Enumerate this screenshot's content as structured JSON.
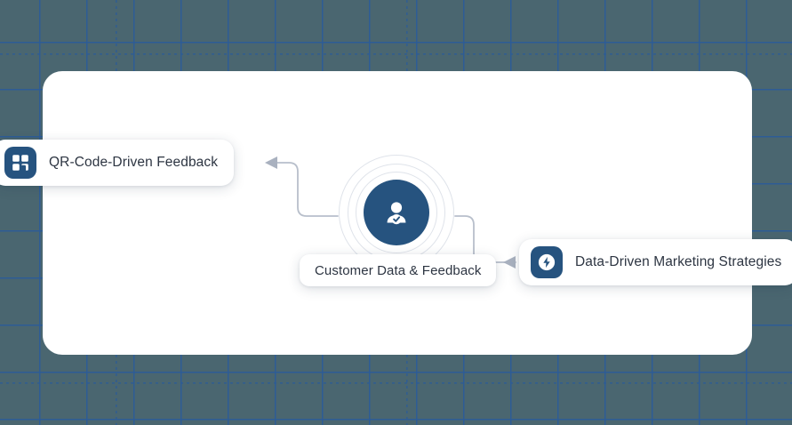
{
  "canvas": {
    "background_color": "#4a6670",
    "grid_line_color": "#2d5c96",
    "panel_color": "#ffffff",
    "brand_color": "#26537f",
    "text_color": "#2d3542",
    "connector_color": "#b8bfcb"
  },
  "diagram": {
    "hub": {
      "icon": "verified-user-icon",
      "ring_count": 3
    },
    "nodes": [
      {
        "id": "qr-code-feedback",
        "label": "QR-Code-Driven Feedback",
        "icon": "qr-code-grid-icon",
        "has_icon": true
      },
      {
        "id": "customer-data-feedback",
        "label": "Customer Data & Feedback",
        "icon": null,
        "has_icon": false
      },
      {
        "id": "data-driven-marketing",
        "label": "Data-Driven Marketing Strategies",
        "icon": "lightning-bolt-icon",
        "has_icon": true
      }
    ]
  }
}
